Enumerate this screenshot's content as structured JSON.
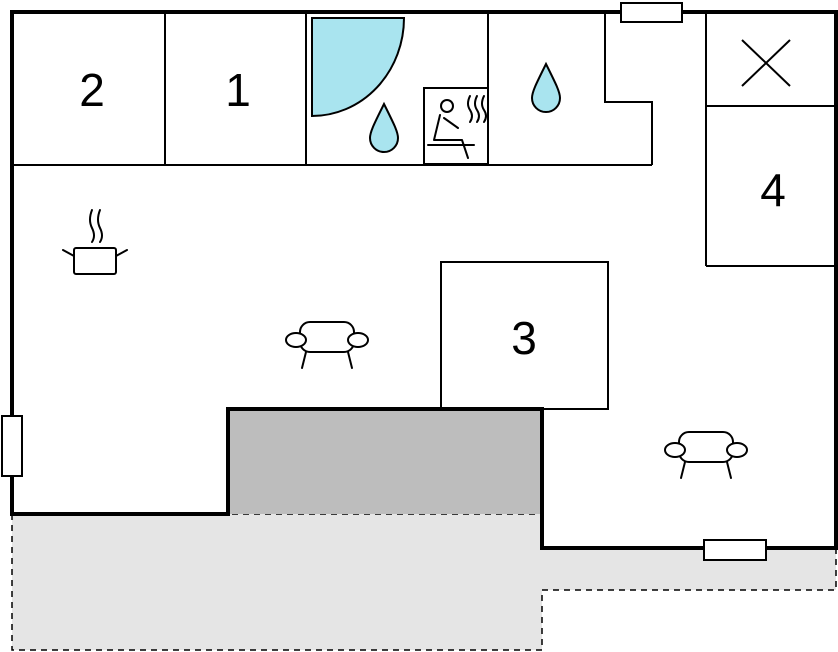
{
  "floorplan": {
    "rooms": [
      {
        "id": "room-2",
        "label": "2"
      },
      {
        "id": "room-1",
        "label": "1"
      },
      {
        "id": "room-3",
        "label": "3"
      },
      {
        "id": "room-4",
        "label": "4"
      }
    ],
    "icons": [
      "shower-quarter-circle-icon",
      "water-drop-icon",
      "sauna-icon",
      "toilet-cross-icon",
      "cooking-pot-icon",
      "sofa-icon",
      "window-icon"
    ],
    "colors": {
      "wall": "#000000",
      "shower_fill": "#a9e4ef",
      "covered_area": "#bdbdbd",
      "terrace": "#e5e5e5",
      "background": "#ffffff"
    }
  }
}
